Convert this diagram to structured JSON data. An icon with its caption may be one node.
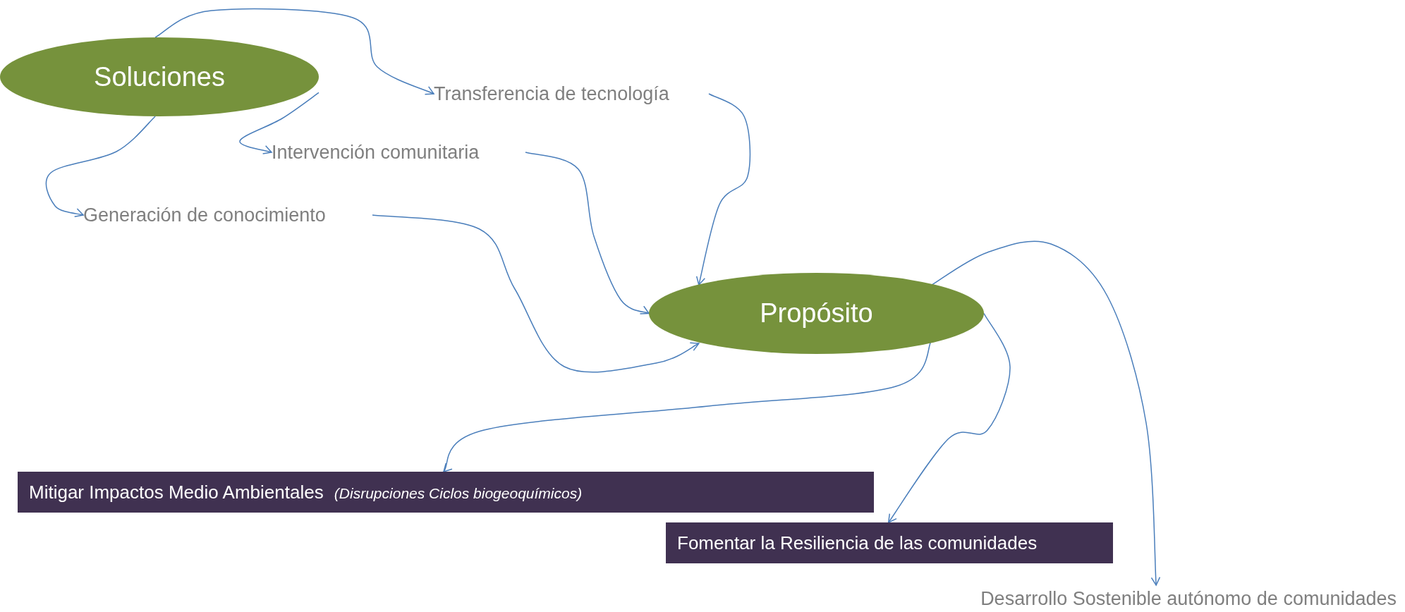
{
  "diagram": {
    "nodes": [
      {
        "text": [
          "Soluciones"
        ]
      },
      {
        "text": [
          "Transferencia de tecnología"
        ]
      },
      {
        "text": [
          "Intervención comunitaria"
        ]
      },
      {
        "text": [
          "Generación de conocimiento"
        ]
      },
      {
        "text": [
          "Propósito"
        ]
      },
      {
        "text": [
          "Mitigar Impactos Medio Ambientales  *(Disrupciones Ciclos biogeoquímicos)*"
        ]
      },
      {
        "text": [
          "Fomentar la Resiliencia de las comunidades"
        ]
      },
      {
        "text": [
          "Desarrollo Sostenible autónomo de comunidades"
        ]
      }
    ],
    "edges": [
      {
        "from": 0,
        "to": 1,
        "arrow": "to"
      },
      {
        "from": 0,
        "to": 2,
        "arrow": "to"
      },
      {
        "from": 0,
        "to": 3,
        "arrow": "to"
      },
      {
        "from": 1,
        "to": 4,
        "arrow": "to"
      },
      {
        "from": 2,
        "to": 4,
        "arrow": "to"
      },
      {
        "from": 3,
        "to": 4,
        "arrow": "to"
      },
      {
        "from": 4,
        "to": 5,
        "arrow": "to"
      },
      {
        "from": 4,
        "to": 6,
        "arrow": "to"
      },
      {
        "from": 4,
        "to": 7,
        "arrow": "to"
      }
    ]
  }
}
